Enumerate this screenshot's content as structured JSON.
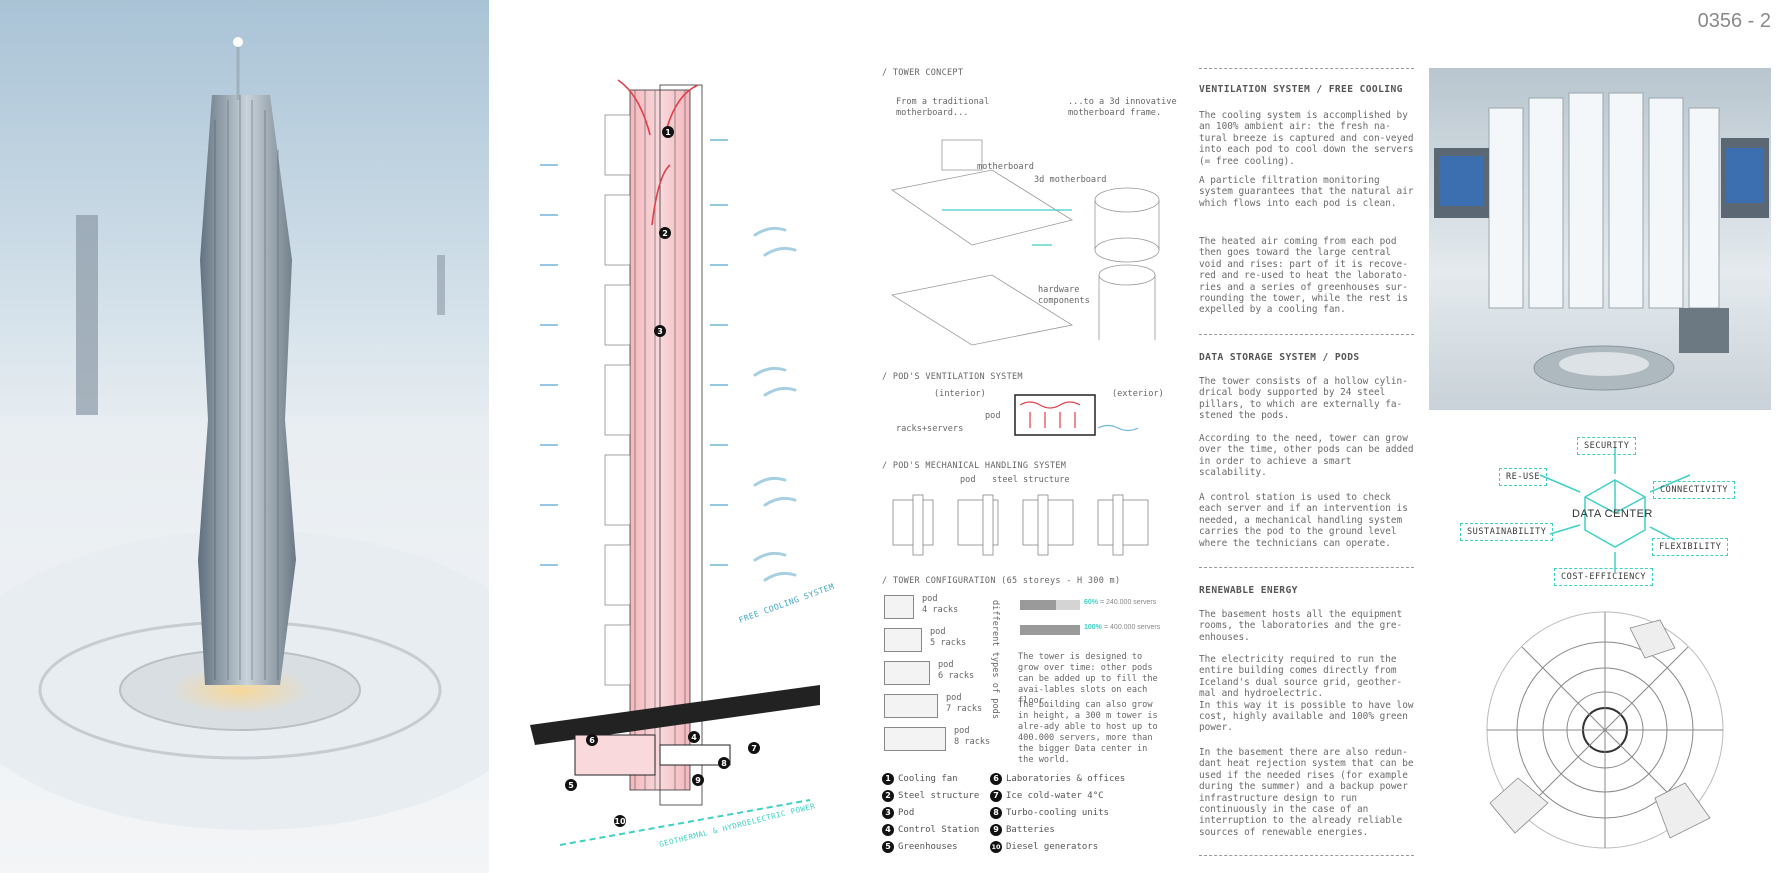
{
  "sheet_id": "0356 - 2",
  "diagram": {
    "numbers": [
      "1",
      "2",
      "3",
      "4",
      "5",
      "6",
      "7",
      "8",
      "9",
      "10"
    ],
    "labels": {
      "free_cooling": "FREE COOLING SYSTEM",
      "geothermal": "GEOTHERMAL & HYDROELECTRIC POWER"
    }
  },
  "concept": {
    "tower_concept_title": "/ TOWER CONCEPT",
    "from_traditional": "From a traditional motherboard...",
    "to_3d": "...to a 3d innovative motherboard frame.",
    "motherboard": "motherboard",
    "motherboard_3d": "3d motherboard",
    "hardware": "hardware components",
    "pod_vent_title": "/ POD'S VENTILATION SYSTEM",
    "interior": "(interior)",
    "exterior": "(exterior)",
    "pod": "pod",
    "racks_servers": "racks+servers",
    "pod_mech_title": "/ POD'S MECHANICAL HANDLING SYSTEM",
    "pod2": "pod",
    "steel_structure": "steel structure",
    "tower_config_title": "/ TOWER CONFIGURATION (65 storeys - H 300 m)",
    "pods": [
      {
        "label": "pod\n4 racks"
      },
      {
        "label": "pod\n5 racks"
      },
      {
        "label": "pod\n6 racks"
      },
      {
        "label": "pod\n7 racks"
      },
      {
        "label": "pod\n8 racks"
      }
    ],
    "different_types": "different types of pods",
    "bar1_pct": "60%",
    "bar1_text": "= 240.000 servers",
    "bar2_pct": "100%",
    "bar2_text": "= 400.000 servers",
    "bar1_fill": 0.6,
    "bar2_fill": 1.0,
    "grow_text1": "The tower is designed to grow over time: other pods can be added up to fill the avai-lables slots on each floor.",
    "grow_text2": "The building can also grow in height, a 300 m tower is alre-ady able to host up to 400.000 servers, more than the bigger Data center in the world.",
    "legend": [
      {
        "n": "1",
        "label": "Cooling fan"
      },
      {
        "n": "2",
        "label": "Steel structure"
      },
      {
        "n": "3",
        "label": "Pod"
      },
      {
        "n": "4",
        "label": "Control Station"
      },
      {
        "n": "5",
        "label": "Greenhouses"
      },
      {
        "n": "6",
        "label": "Laboratories & offices"
      },
      {
        "n": "7",
        "label": "Ice cold-water 4°C"
      },
      {
        "n": "8",
        "label": "Turbo-cooling units"
      },
      {
        "n": "9",
        "label": "Batteries"
      },
      {
        "n": "10",
        "label": "Diesel generators"
      }
    ]
  },
  "text": {
    "vent_title": "VENTILATION SYSTEM / FREE COOLING",
    "vent_p1": "The cooling system is accomplished by an 100% ambient air: the fresh na-tural breeze is captured and con-veyed into each pod to cool down the servers (= free cooling).",
    "vent_p2": "A particle filtration monitoring system guarantees that the natural air which flows into each pod is clean.",
    "vent_p3": "The heated air coming from each pod then goes toward the large central void and rises: part of it is recove-red and re-used to heat the laborato-ries and a series of greenhouses sur-rounding the tower, while the rest is expelled by a cooling fan.",
    "data_title": "DATA STORAGE SYSTEM / PODS",
    "data_p1": "The tower consists of a hollow cylin-drical body supported by 24 steel pillars, to which are externally fa-stened the pods.",
    "data_p2": "According to the need, tower can grow over the time, other pods can be added in order to achieve a smart scalability.",
    "data_p3": "A control station is used to check each server and if an intervention is needed, a mechanical handling system carries the pod to the ground level where the technicians can operate.",
    "ren_title": "RENEWABLE ENERGY",
    "ren_p1": "The basement hosts all the equipment rooms, the laboratories and the gre-enhouses.",
    "ren_p2": "The electricity required to run the entire building comes directly from Iceland's dual source grid, geother-mal and hydroelectric.\nIn this way it is possible to have low cost, highly available and 100% green power.",
    "ren_p3": "In the basement there are also redun-dant heat rejection system that can be used if the needed rises (for example during the summer) and a backup power infrastructure design to run continuously in the case of an interruption to the already reliable sources of renewable energies."
  },
  "data_center": {
    "center": "DATA CENTER",
    "security": "SECURITY",
    "reuse": "RE-USE",
    "connectivity": "CONNECTIVITY",
    "sustainability": "SUSTAINABILITY",
    "flexibility": "FLEXIBILITY",
    "cost": "COST-EFFICIENCY"
  },
  "colors": {
    "accent": "#3fd0c4",
    "red": "#e0404a",
    "blue": "#6fb6d8"
  }
}
